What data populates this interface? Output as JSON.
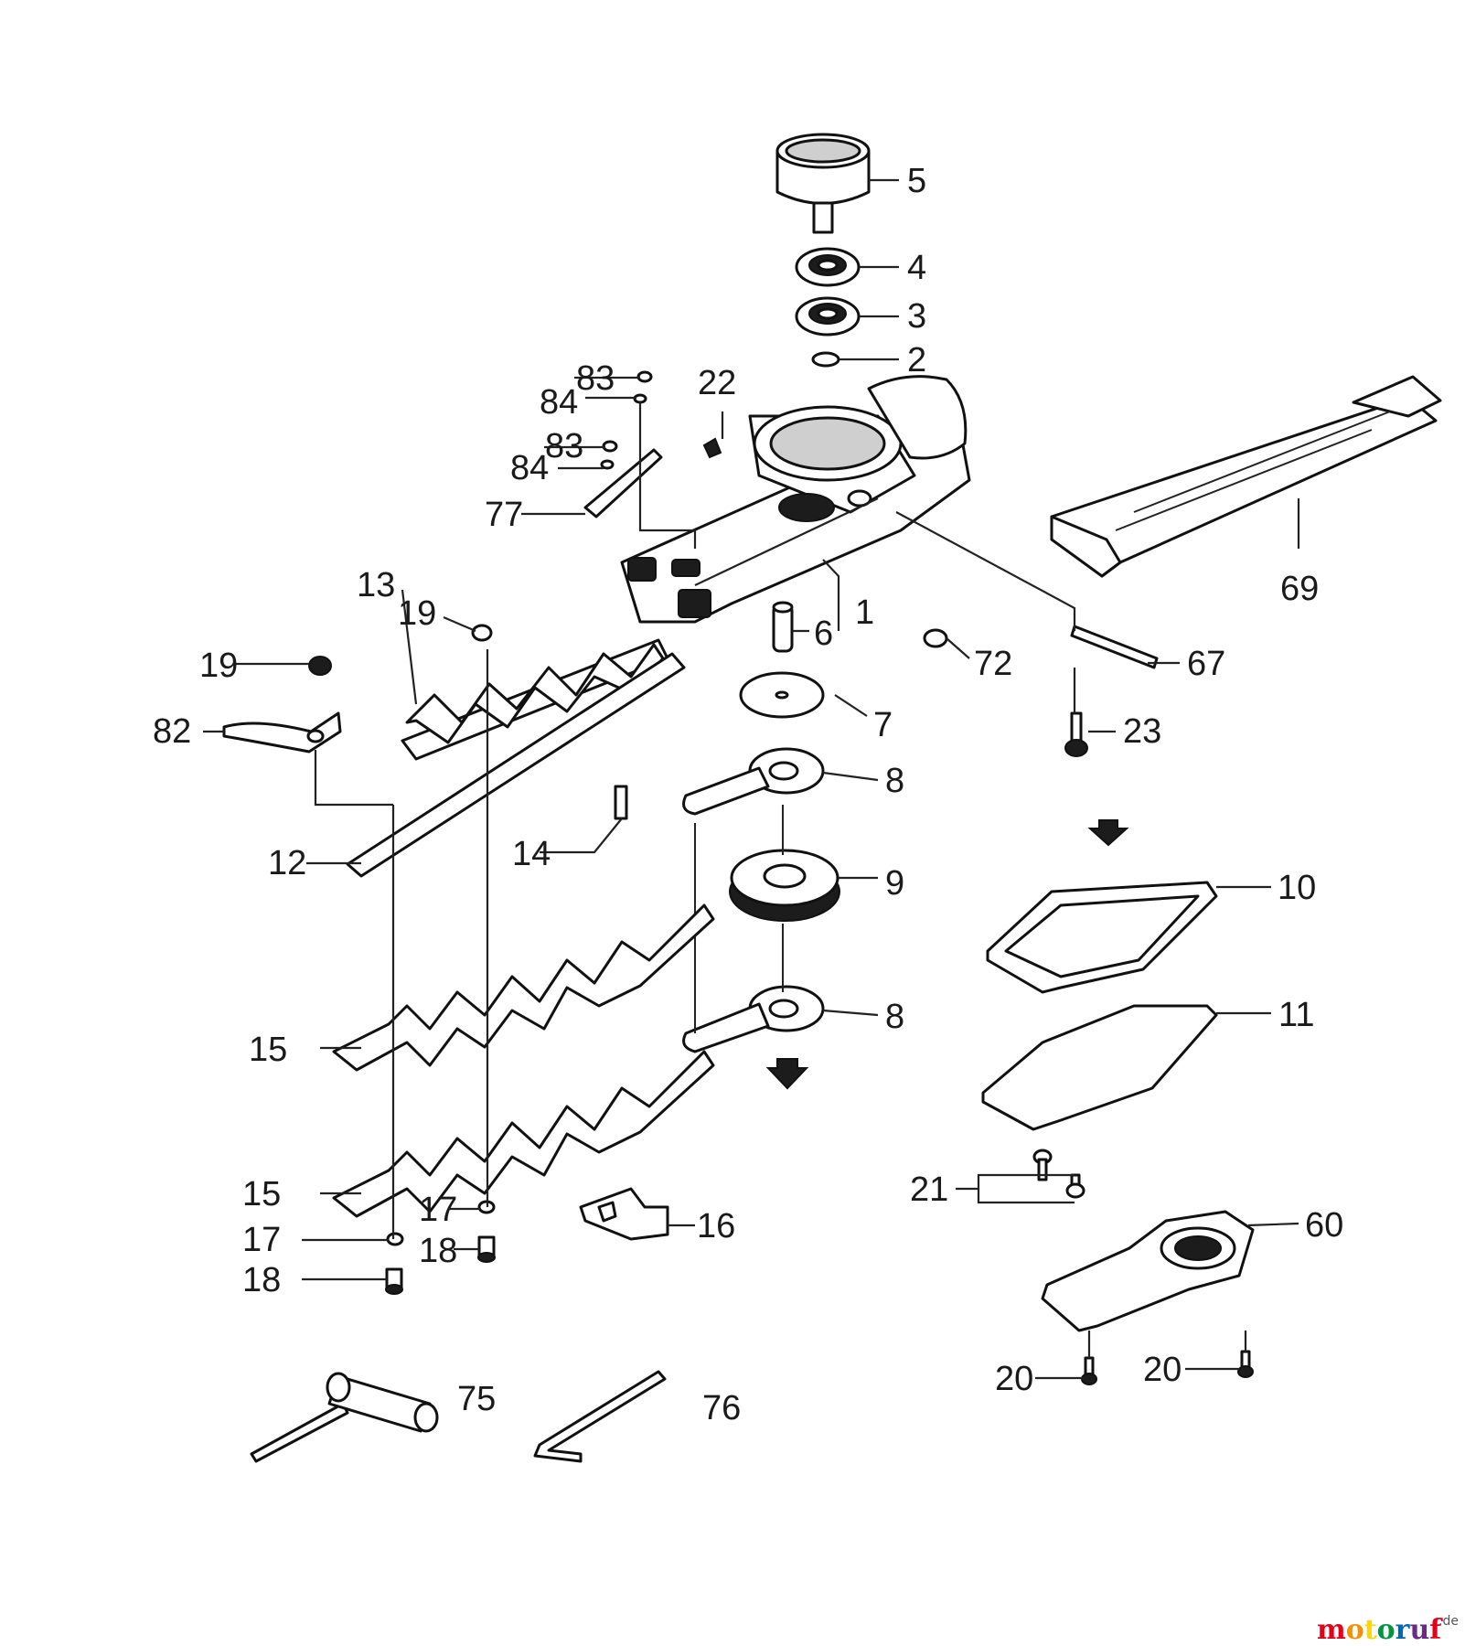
{
  "labels": {
    "p1": "1",
    "p2": "2",
    "p3": "3",
    "p4": "4",
    "p5": "5",
    "p6": "6",
    "p7": "7",
    "p8a": "8",
    "p8b": "8",
    "p9": "9",
    "p10": "10",
    "p11": "11",
    "p12": "12",
    "p13": "13",
    "p14": "14",
    "p15a": "15",
    "p15b": "15",
    "p16": "16",
    "p17a": "17",
    "p17b": "17",
    "p18a": "18",
    "p18b": "18",
    "p19a": "19",
    "p19b": "19",
    "p20a": "20",
    "p20b": "20",
    "p21": "21",
    "p22": "22",
    "p23": "23",
    "p60": "60",
    "p67": "67",
    "p69": "69",
    "p72": "72",
    "p75": "75",
    "p76": "76",
    "p77": "77",
    "p82": "82",
    "p83a": "83",
    "p83b": "83",
    "p84a": "84",
    "p84b": "84"
  },
  "watermark": {
    "brand": "motoruf",
    "tld": ".de",
    "colors": [
      "#e4001b",
      "#f39200",
      "#ffd500",
      "#009640",
      "#0069b4",
      "#6b2a86",
      "#e4001b"
    ]
  }
}
